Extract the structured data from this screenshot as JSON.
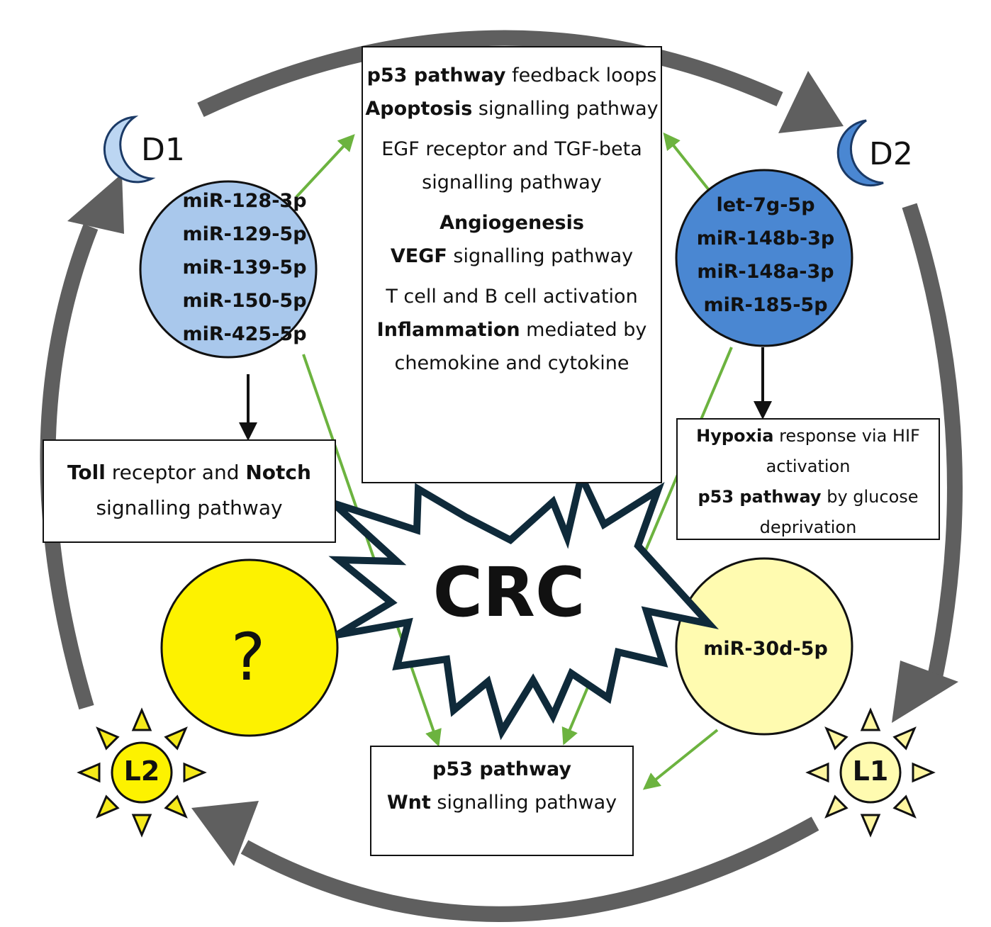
{
  "colors": {
    "cycle_arrow": "#5f5f5f",
    "green_arrow": "#6cb33f",
    "d1_fill": "#a9c8ec",
    "d2_fill": "#4a87d2",
    "l1_fill": "#fffbb0",
    "l2_fill": "#fdf200",
    "sun_ray_l2": "#f5e91a",
    "sun_ray_l1": "#fff6a0",
    "crc_outline": "#0f2a3a"
  },
  "nodes": {
    "d1": {
      "label": "D1",
      "icon": "moon-icon",
      "mirnas": [
        "miR-128-3p",
        "miR-129-5p",
        "miR-139-5p",
        "miR-150-5p",
        "miR-425-5p"
      ]
    },
    "d2": {
      "label": "D2",
      "icon": "moon-icon",
      "mirnas": [
        "let-7g-5p",
        "miR-148b-3p",
        "miR-148a-3p",
        "miR-185-5p"
      ]
    },
    "l1": {
      "label": "L1",
      "icon": "sun-icon",
      "mirnas": [
        "miR-30d-5p"
      ]
    },
    "l2": {
      "label": "L2",
      "icon": "sun-icon",
      "mirnas": [
        "?"
      ]
    }
  },
  "center": {
    "label": "CRC"
  },
  "boxes": {
    "center": {
      "p53_bold": "p53 pathway",
      "p53_rest": " feedback loops",
      "apoptosis_bold": "Apoptosis",
      "apoptosis_rest": " signalling pathway",
      "egf": "EGF receptor and TGF-beta signalling pathway",
      "angio_bold": "Angiogenesis",
      "vegf_bold": "VEGF",
      "vegf_rest": " signalling pathway",
      "tcell": "T cell and B cell activation",
      "inflam_bold": "Inflammation",
      "inflam_rest": " mediated by chemokine and cytokine"
    },
    "toll": {
      "toll_bold": "Toll",
      "mid": " receptor and ",
      "notch_bold": "Notch",
      "rest": " signalling pathway"
    },
    "hypoxia": {
      "hypoxia_bold": "Hypoxia",
      "hypoxia_rest": " response via HIF activation",
      "p53_bold": "p53 pathway",
      "p53_rest": " by glucose deprivation"
    },
    "wnt": {
      "p53_bold": "p53 pathway",
      "wnt_bold": "Wnt",
      "wnt_rest": " signalling pathway"
    }
  }
}
